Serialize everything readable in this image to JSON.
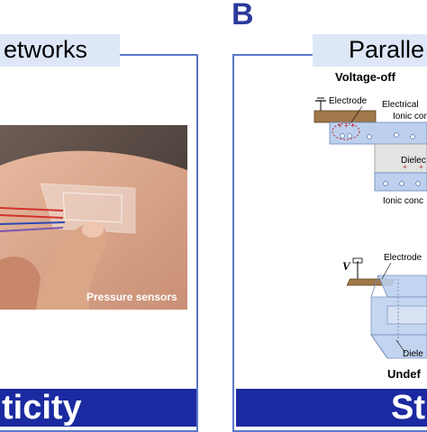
{
  "panel_a": {
    "title": "etworks",
    "photo_caption": "Pressure sensors",
    "bottom_label": "ticity"
  },
  "panel_b": {
    "letter": "B",
    "title": "Paralle",
    "subtitle_top": "Voltage-off",
    "top_diagram": {
      "electrode": "Electrode",
      "electrical": "Electrical",
      "ionic_top": "Ionic conc",
      "dielectric": "Dielec",
      "ionic_bottom": "Ionic conc"
    },
    "bottom_diagram": {
      "voltage_symbol": "V",
      "electrode": "Electrode",
      "dielectric": "Diele"
    },
    "subtitle_bottom": "Undef",
    "bottom_label": "Str"
  },
  "colors": {
    "frame_blue": "#5b78c8",
    "title_fill": "#dde7f7",
    "bar_navy": "#1b2aa0",
    "electrode_brown": "#a0784a",
    "ionic_blue": "#bcd0ee",
    "dielectric_gray": "#e3e3e3"
  }
}
